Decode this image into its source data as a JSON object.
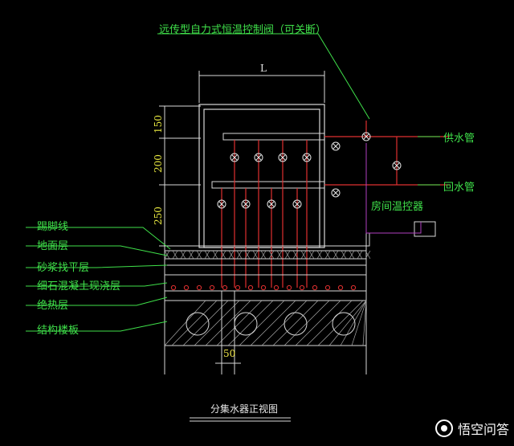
{
  "valve_label": "远传型自力式恒温控制阀（可关断）",
  "dimension_top": "L",
  "dimensions_left": [
    "150",
    "200",
    "250"
  ],
  "dimension_bottom": "50",
  "pipe_labels": {
    "supply": "供水管",
    "return": "回水管"
  },
  "thermostat_label": "房间温控器",
  "layer_labels": [
    "踢脚线",
    "地面层",
    "砂浆找平层",
    "细石混凝土现浇层",
    "绝热层",
    "结构楼板"
  ],
  "caption": "分集水器正视图",
  "watermark": "悟空问答",
  "colors": {
    "background": "#000000",
    "leader": "#3fe04a",
    "pipe_red": "#e03030",
    "structure": "#d8d8d8",
    "dimension": "#e8e840"
  }
}
